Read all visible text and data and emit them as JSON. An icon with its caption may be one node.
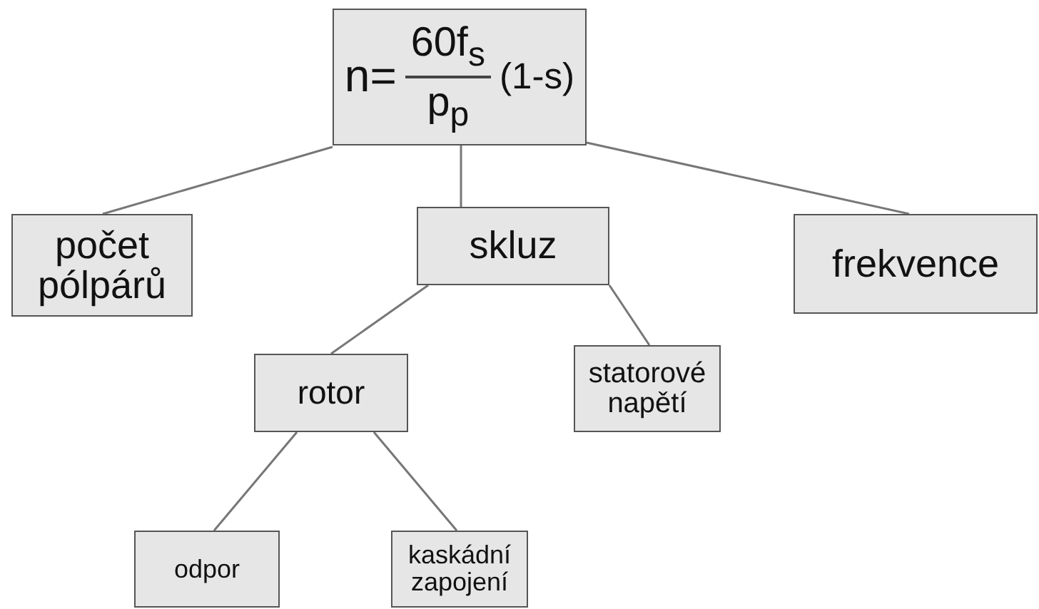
{
  "diagram": {
    "nodes": [
      {
        "text": [
          "n=",
          "60f$_{s}$",
          "p$_{p}$",
          "(1-s)"
        ]
      },
      {
        "text": [
          "počet pólpárů"
        ]
      },
      {
        "text": [
          "skluz"
        ]
      },
      {
        "text": [
          "frekvence"
        ]
      },
      {
        "text": [
          "rotor"
        ]
      },
      {
        "text": [
          "statorové napětí"
        ]
      },
      {
        "text": [
          "odpor"
        ]
      },
      {
        "text": [
          "kaskádní zapojení"
        ]
      }
    ],
    "edges": [
      {
        "from": 0,
        "to": 1,
        "arrow": "none"
      },
      {
        "from": 0,
        "to": 2,
        "arrow": "none"
      },
      {
        "from": 0,
        "to": 3,
        "arrow": "none"
      },
      {
        "from": 2,
        "to": 4,
        "arrow": "none"
      },
      {
        "from": 2,
        "to": 5,
        "arrow": "none"
      },
      {
        "from": 4,
        "to": 6,
        "arrow": "none"
      },
      {
        "from": 4,
        "to": 7,
        "arrow": "none"
      }
    ]
  }
}
